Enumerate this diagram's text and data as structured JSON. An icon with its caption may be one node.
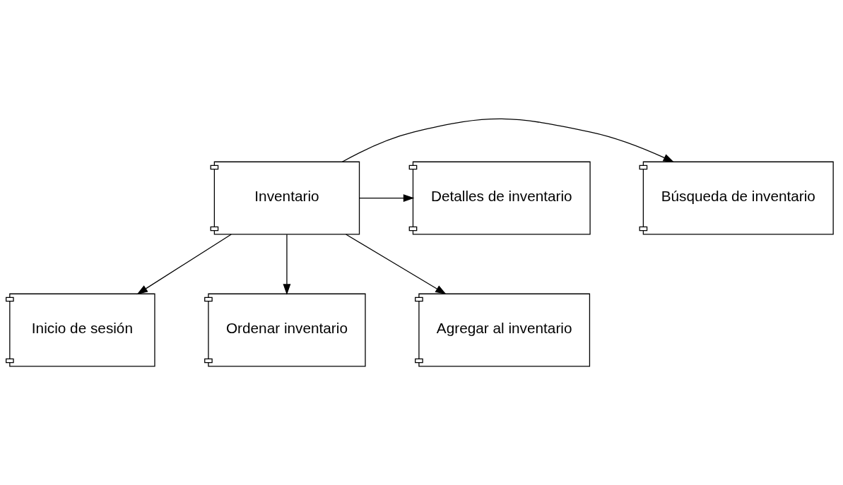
{
  "diagram": {
    "nodes": [
      {
        "text": [
          "Inicio de sesión"
        ]
      },
      {
        "text": [
          "Búsqueda de inventario"
        ]
      },
      {
        "text": [
          "Inventario"
        ]
      },
      {
        "text": [
          "Detalles de inventario"
        ]
      },
      {
        "text": [
          "Ordenar inventario"
        ]
      },
      {
        "text": [
          "Agregar al inventario"
        ]
      }
    ],
    "edges": [
      {
        "from": 2,
        "to": 0,
        "arrow": "to"
      },
      {
        "from": 2,
        "to": 1,
        "arrow": "to"
      },
      {
        "from": 2,
        "to": 3,
        "arrow": "to"
      },
      {
        "from": 2,
        "to": 4,
        "arrow": "to"
      },
      {
        "from": 2,
        "to": 5,
        "arrow": "to"
      }
    ]
  }
}
